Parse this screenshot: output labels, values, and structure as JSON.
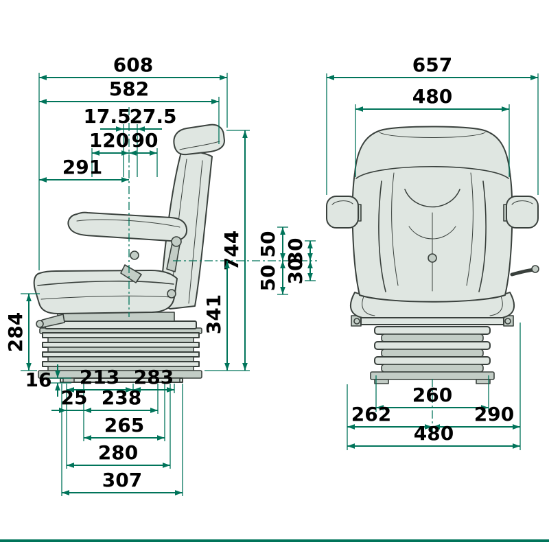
{
  "colors": {
    "dimension": "#00745a",
    "text": "#000000",
    "seat_fill": "#dfe6e1",
    "seat_shade": "#c3cdc6",
    "outline": "#39403c"
  },
  "side_view": {
    "dims": {
      "overall_depth": "608",
      "depth_582": "582",
      "offset_17_5": "17.5",
      "offset_27_5": "27.5",
      "adjust_120": "120",
      "adjust_90": "90",
      "seat_depth_291": "291",
      "overall_height_744": "744",
      "height_341": "341",
      "height_284": "284",
      "stroke_50_upper": "50",
      "stroke_50_lower": "50",
      "stroke_30_upper": "30",
      "stroke_30_lower": "30",
      "rail_height_16": "16",
      "base_213": "213",
      "base_283": "283",
      "base_25": "25",
      "base_238": "238",
      "base_265": "265",
      "base_280": "280",
      "base_307": "307"
    }
  },
  "front_view": {
    "dims": {
      "overall_width_657": "657",
      "backrest_width_480": "480",
      "base_262": "262",
      "bellows_260": "260",
      "base_290": "290",
      "base_width_480": "480"
    }
  }
}
